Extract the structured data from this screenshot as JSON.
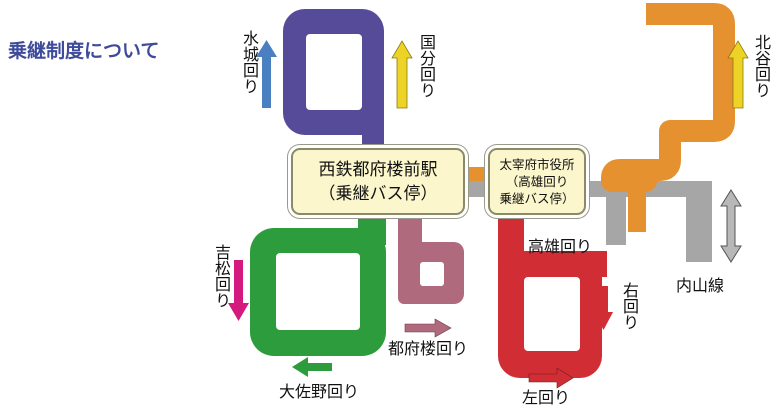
{
  "title": "乗継制度について",
  "routes": {
    "mizuki": "水城回り",
    "kokubu": "国分回り",
    "kitadani": "北谷回り",
    "yoshimatsu": "吉松回り",
    "tofuro": "都府楼回り",
    "daisano": "大佐野回り",
    "takao": "高雄回り",
    "migi": "右回り",
    "hidari": "左回り",
    "uchiyama": "内山線"
  },
  "stops": {
    "nishitetsu_line1": "西鉄都府楼前駅",
    "nishitetsu_line2": "（乗継バス停）",
    "dazaifu_line1": "太宰府市役所",
    "dazaifu_line2": "（高雄回り",
    "dazaifu_line3": "乗継バス停）"
  },
  "colors": {
    "title": "#3e4a9a",
    "purple_route": "#554b99",
    "orange_route": "#e5912f",
    "green_route": "#2d9c3c",
    "mauve_route": "#b06a7d",
    "red_route": "#d02d35",
    "gray_route": "#a6a6a6",
    "stop_fill": "#fbf6cc"
  },
  "arrows": [
    {
      "name": "mizuki",
      "direction": "up",
      "color": "#4a7fc1"
    },
    {
      "name": "kokubu",
      "direction": "up",
      "color": "#ecd326"
    },
    {
      "name": "kitadani",
      "direction": "up",
      "color": "#ecd326"
    },
    {
      "name": "yoshimatsu",
      "direction": "down",
      "color": "#d4197f"
    },
    {
      "name": "tofuro",
      "direction": "right",
      "color": "#b06a7d"
    },
    {
      "name": "daisano",
      "direction": "left",
      "color": "#2d9c3c"
    },
    {
      "name": "migi",
      "direction": "down",
      "color": "#d02d35"
    },
    {
      "name": "hidari",
      "direction": "right",
      "color": "#d02d35"
    },
    {
      "name": "uchiyama",
      "direction": "up-down",
      "color": "#a6a6a6"
    }
  ]
}
